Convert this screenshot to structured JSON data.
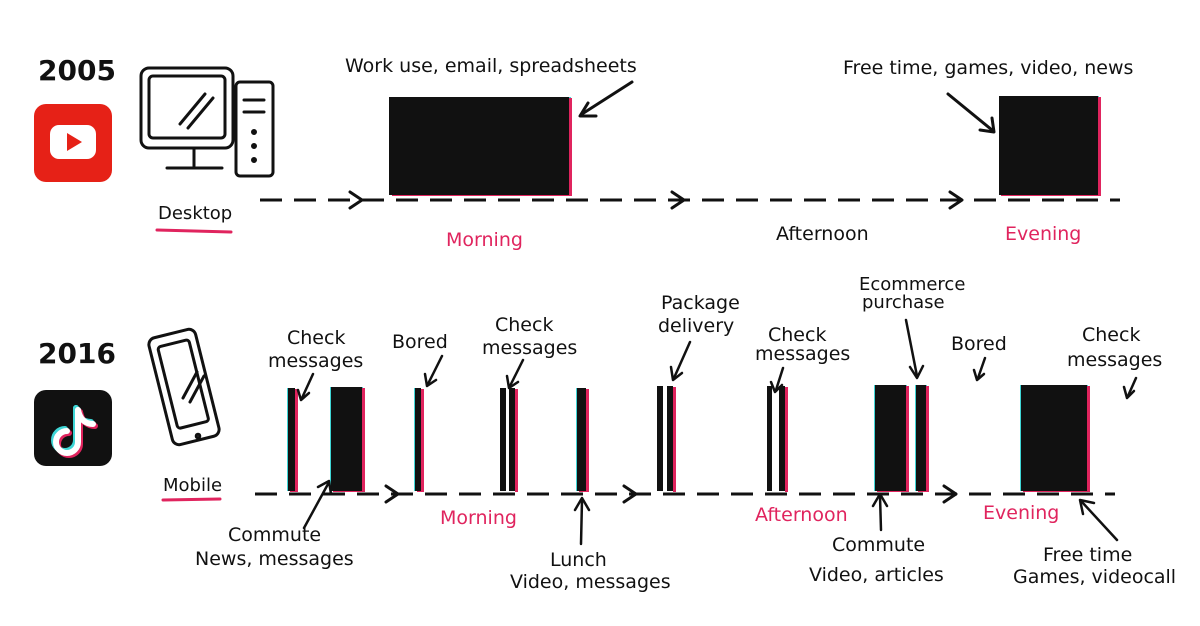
{
  "colors": {
    "ink": "#111111",
    "pink": "#e0245e",
    "cyan": "#3fd6d6",
    "youtube_red": "#e62117",
    "tiktok_black": "#111111"
  },
  "row2005": {
    "year": "2005",
    "logo_icon": "youtube-logo-icon",
    "device_icon": "desktop-computer-icon",
    "device_label": "Desktop",
    "period_labels": {
      "morning": "Morning",
      "afternoon": "Afternoon",
      "evening": "Evening"
    },
    "annotations": {
      "work": "Work use, email, spreadsheets",
      "free": "Free time, games, video, news"
    }
  },
  "row2016": {
    "year": "2016",
    "logo_icon": "tiktok-logo-icon",
    "device_icon": "mobile-phone-icon",
    "device_label": "Mobile",
    "period_labels": {
      "morning": "Morning",
      "afternoon": "Afternoon",
      "evening": "Evening"
    },
    "annotations": {
      "check1_a": "Check",
      "check1_b": "messages",
      "bored1": "Bored",
      "check2_a": "Check",
      "check2_b": "messages",
      "package_a": "Package",
      "package_b": "delivery",
      "check3_a": "Check",
      "check3_b": "messages",
      "ecom_a": "Ecommerce",
      "ecom_b": "purchase",
      "bored2": "Bored",
      "check4_a": "Check",
      "check4_b": "messages",
      "commute1_a": "Commute",
      "commute1_b": "News, messages",
      "lunch_a": "Lunch",
      "lunch_b": "Video, messages",
      "commute2_a": "Commute",
      "commute2_b": "Video, articles",
      "free_a": "Free time",
      "free_b": "Games, videocall"
    }
  }
}
